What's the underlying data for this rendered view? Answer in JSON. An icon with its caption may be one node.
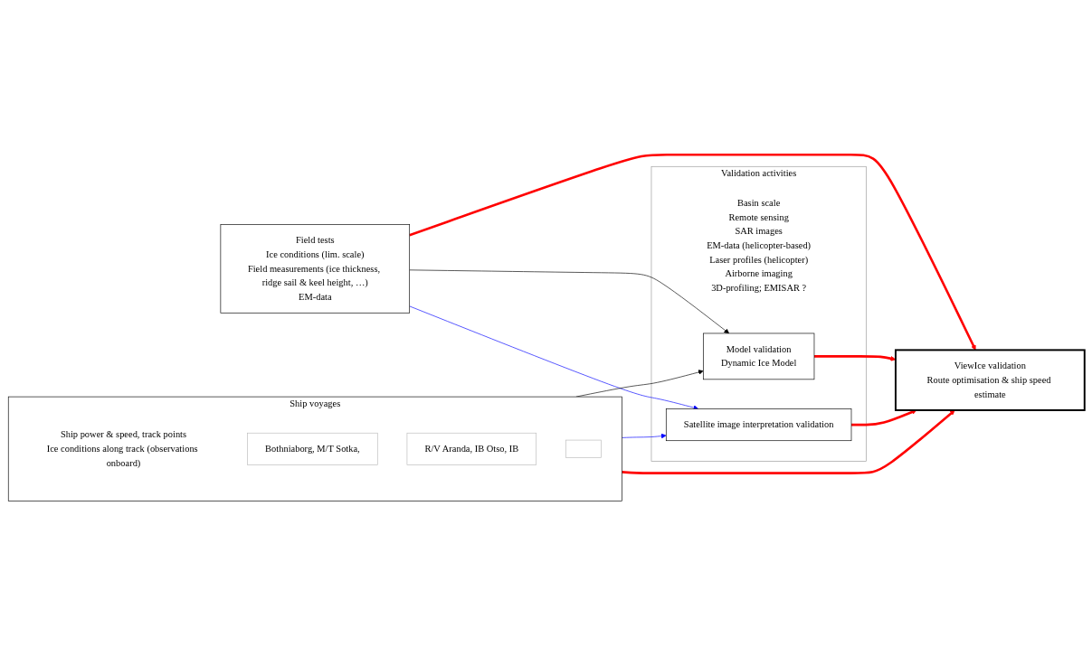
{
  "diagram": {
    "nodes": [
      {
        "text": [
          "Ship voyages",
          "Ship power & speed, track points",
          "Ice conditions along track (observations onboard)"
        ]
      },
      {
        "text": [
          "Bothniaborg, M/T Sotka,"
        ],
        "in": 0
      },
      {
        "text": [
          "R/V Aranda, IB Otso, IB"
        ],
        "in": 0
      },
      {
        "text": [],
        "shape": "box",
        "in": 0
      },
      {
        "text": [
          "Field tests",
          "Ice conditions (lim. scale)",
          "Field measurements (ice thickness, ridge sail & keel height, …)",
          "EM-data"
        ]
      },
      {
        "text": [
          "Validation activities",
          "Basin scale",
          "Remote sensing",
          "SAR images",
          "EM-data (helicopter-based)",
          "Laser profiles (helicopter)",
          "Airborne imaging",
          "3D-profiling; EMISAR ?"
        ]
      },
      {
        "text": [
          "Model validation",
          "Dynamic Ice Model"
        ],
        "in": 5
      },
      {
        "text": [
          "Satellite image interpretation validation"
        ],
        "in": 5
      },
      {
        "text": [
          "ViewIce validation",
          "Route optimisation & ship speed estimate"
        ]
      }
    ],
    "edges": [
      {
        "from": 4,
        "to": 7,
        "arrow": "to",
        "color": "#0000ff"
      },
      {
        "from": 4,
        "to": 6,
        "arrow": "to",
        "color": "#000000"
      },
      {
        "from": 0,
        "to": 6,
        "arrow": "to",
        "color": "#000000"
      },
      {
        "from": 0,
        "to": 7,
        "arrow": "to",
        "color": "#0000ff"
      },
      {
        "from": 0,
        "to": 8,
        "arrow": "to",
        "style": "thick",
        "color": "#ff0000"
      },
      {
        "from": 4,
        "to": 8,
        "arrow": "to",
        "style": "thick",
        "color": "#ff0000"
      },
      {
        "from": 6,
        "to": 8,
        "arrow": "to",
        "style": "thick",
        "color": "#ff0000"
      },
      {
        "from": 7,
        "to": 8,
        "arrow": "to",
        "style": "thick",
        "color": "#ff0000"
      }
    ]
  }
}
